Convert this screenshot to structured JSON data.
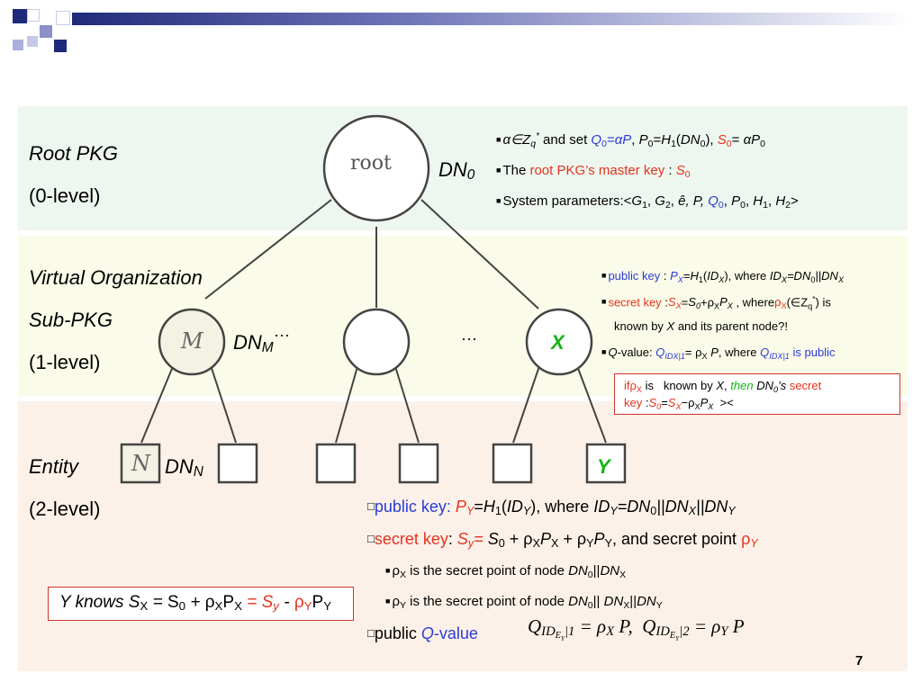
{
  "slide": {
    "page_number": "7",
    "levels": {
      "root": [
        "Root PKG",
        "(0-level)"
      ],
      "vo": [
        "Virtual Organization",
        "Sub-PKG",
        "(1-level)"
      ],
      "entity": [
        "Entity",
        "(2-level)"
      ]
    },
    "tree": {
      "root_label": "root",
      "root_dn": "DN",
      "root_dn_sub": "0",
      "m_label": "M",
      "m_dn": "DN",
      "m_dn_sub": "M",
      "m_dots": "···",
      "mid_dots": "···",
      "x_label": "X",
      "n_label": "N",
      "n_dn": "DN",
      "n_dn_sub": "N",
      "y_label": "Y"
    },
    "root_notes": [
      "α∈Zq* and set Q0=αP, P0=H1(DN0), S0= αP0",
      "The root PKG's master key : S0",
      "System parameters:<G1, G2, ê, P, Q0, P0, H1, H2>"
    ],
    "vo_notes": [
      "public key : PX=H1(IDX), where IDX=DN0||DNX",
      "secret key :SX=S0+ρXPX , whereρX(∈Zq*) is known by X and its parent node?!",
      "Q-value: QIDX|1= ρX P, where QIDX|1 is public"
    ],
    "vo_box": "ifρX is known by X, then DN0's secret key :S0=SX−ρXPX ><",
    "entity_notes": [
      "public key: PY=H1(IDY), where IDY=DN0||DNX||DNY",
      "secret key: Sy= S0 + ρXPX + ρYPY, and secret point ρY",
      "ρX is the secret point of node DN0||DNX",
      "ρY is the secret point of node DN0|| DNX||DNY",
      "public Q-value"
    ],
    "formula": "QIDEY|1 = ρX P, QIDEY|2 = ρY P",
    "y_box": "Y knows SX = S0 + ρXPX = Sy - ρYPY"
  },
  "colors": {
    "accent_blue": "#2a3bd6",
    "accent_red": "#e6321e",
    "accent_green": "#13b313",
    "deco_navy": "#1f2a7a"
  }
}
